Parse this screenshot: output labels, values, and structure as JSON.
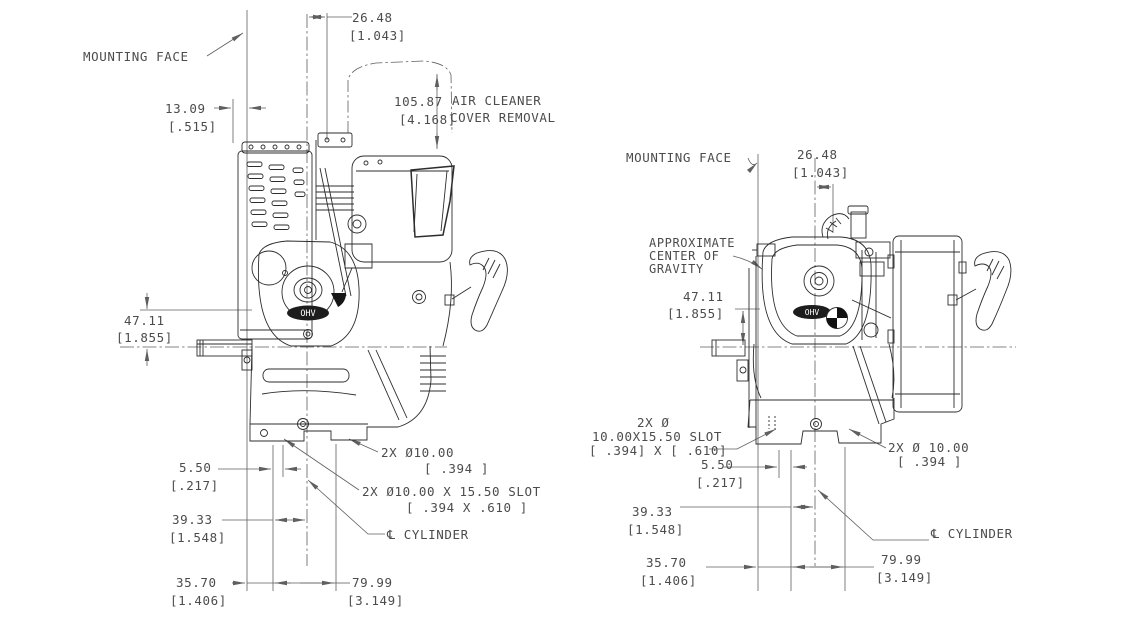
{
  "page": {
    "background": "#ffffff",
    "engine_line_color": "#2d2d2d",
    "dimension_line_color": "#5f5f5f",
    "text_color": "#4c4c4c"
  },
  "left_view": {
    "mounting_face": "MOUNTING FACE",
    "badge": "OHV",
    "dims": {
      "d2648_mm": "26.48",
      "d2648_in": "[1.043]",
      "d1309_mm": "13.09",
      "d1309_in": "[.515]",
      "d10587_mm": "105.87",
      "d10587_in": "[4.168]",
      "air_cleaner_1": "AIR CLEANER",
      "air_cleaner_2": "COVER REMOVAL",
      "d4711_mm": "47.11",
      "d4711_in": "[1.855]",
      "d550_mm": "5.50",
      "d550_in": "[.217]",
      "d3933_mm": "39.33",
      "d3933_in": "[1.548]",
      "d3570_mm": "35.70",
      "d3570_in": "[1.406]",
      "d7999_mm": "79.99",
      "d7999_in": "[3.149]"
    },
    "callouts": {
      "holes_1": "2X Ø10.00",
      "holes_2": "[ .394 ]",
      "slot_1": "2X Ø10.00 X 15.50 SLOT",
      "slot_2": "[ .394 X .610 ]",
      "cylinder": "℄ CYLINDER"
    }
  },
  "right_view": {
    "mounting_face": "MOUNTING FACE",
    "badge": "OHV",
    "cg_1": "APPROXIMATE",
    "cg_2": "CENTER OF",
    "cg_3": "GRAVITY",
    "dims": {
      "d2648_mm": "26.48",
      "d2648_in": "[1.043]",
      "d4711_mm": "47.11",
      "d4711_in": "[1.855]",
      "d550_mm": "5.50",
      "d550_in": "[.217]",
      "d3933_mm": "39.33",
      "d3933_in": "[1.548]",
      "d3570_mm": "35.70",
      "d3570_in": "[1.406]",
      "d7999_mm": "79.99",
      "d7999_in": "[3.149]"
    },
    "callouts": {
      "slot_1": "2X Ø",
      "slot_2": "10.00X15.50 SLOT",
      "slot_3": "[ .394] X [ .610]",
      "holes_1": "2X Ø 10.00",
      "holes_2": "[ .394 ]",
      "cylinder": "℄ CYLINDER"
    }
  }
}
